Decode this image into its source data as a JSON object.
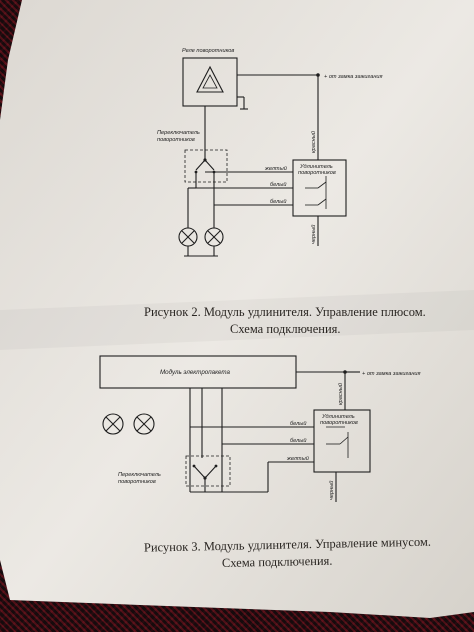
{
  "figure2": {
    "relay_label": "Реле поворотников",
    "ignition_label": "+ от замка зажигания",
    "switch_label_line1": "Переключатель",
    "switch_label_line2": "поворотников",
    "module_label_line1": "Удлинитель",
    "module_label_line2": "поворотников",
    "wire_red": "красный",
    "wire_yellow": "желтый",
    "wire_white1": "белый",
    "wire_white2": "белый",
    "wire_black": "черный",
    "caption_line1": "Рисунок 2. Модуль удлинителя. Управление плюсом.",
    "caption_line2": "Схема подключения."
  },
  "figure3": {
    "package_label": "Модуль электропакета",
    "ignition_label": "+ от замка зажигания",
    "module_label_line1": "Удлинитель",
    "module_label_line2": "поворотников",
    "wire_red": "красный",
    "wire_white1": "белый",
    "wire_white2": "белый",
    "wire_yellow": "желтый",
    "wire_black": "черный",
    "switch_label_line1": "Переключатель",
    "switch_label_line2": "поворотников",
    "caption_line1": "Рисунок 3. Модуль удлинителя. Управление минусом.",
    "caption_line2": "Схема подключения."
  },
  "colors": {
    "paper": "#e9e6e0",
    "ink": "#1e1e1e",
    "background": "#2a1216"
  }
}
